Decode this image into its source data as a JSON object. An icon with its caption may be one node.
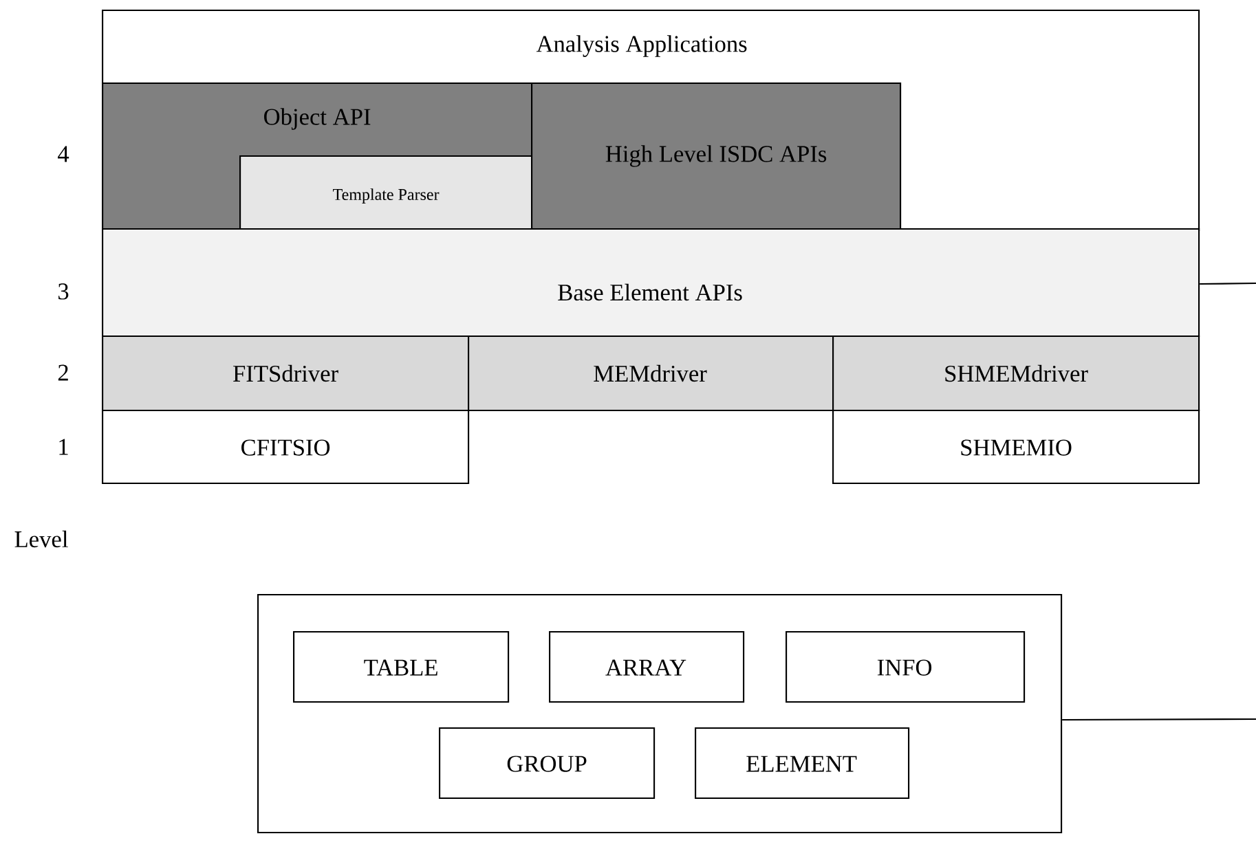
{
  "diagram": {
    "nodes": [
      {
        "text": [
          "Analysis Applications"
        ]
      },
      {
        "text": [
          "Object API"
        ],
        "in": 0
      },
      {
        "text": [
          "Template Parser"
        ],
        "in": 1
      },
      {
        "text": [
          "High Level ISDC APIs"
        ],
        "in": 0
      },
      {
        "text": [
          "Base Element APIs"
        ]
      },
      {
        "text": [
          "FITSdriver"
        ]
      },
      {
        "text": [
          "MEMdriver"
        ]
      },
      {
        "text": [
          "SHMEMdriver"
        ]
      },
      {
        "text": [
          "CFITSIO"
        ]
      },
      {
        "text": [
          "SHMEMIO"
        ]
      },
      {
        "text": [],
        "shape": "box"
      },
      {
        "text": [
          "TABLE"
        ],
        "in": 10
      },
      {
        "text": [
          "ARRAY"
        ],
        "in": 10
      },
      {
        "text": [
          "INFO"
        ],
        "in": 10
      },
      {
        "text": [
          "GROUP"
        ],
        "in": 10
      },
      {
        "text": [
          "ELEMENT"
        ],
        "in": 10
      }
    ],
    "edges": [
      {
        "from": 4,
        "to": null,
        "arrow": "none"
      },
      {
        "from": 10,
        "to": null,
        "arrow": "none"
      }
    ],
    "labels": [
      "4",
      "3",
      "2",
      "1",
      "Level"
    ]
  }
}
